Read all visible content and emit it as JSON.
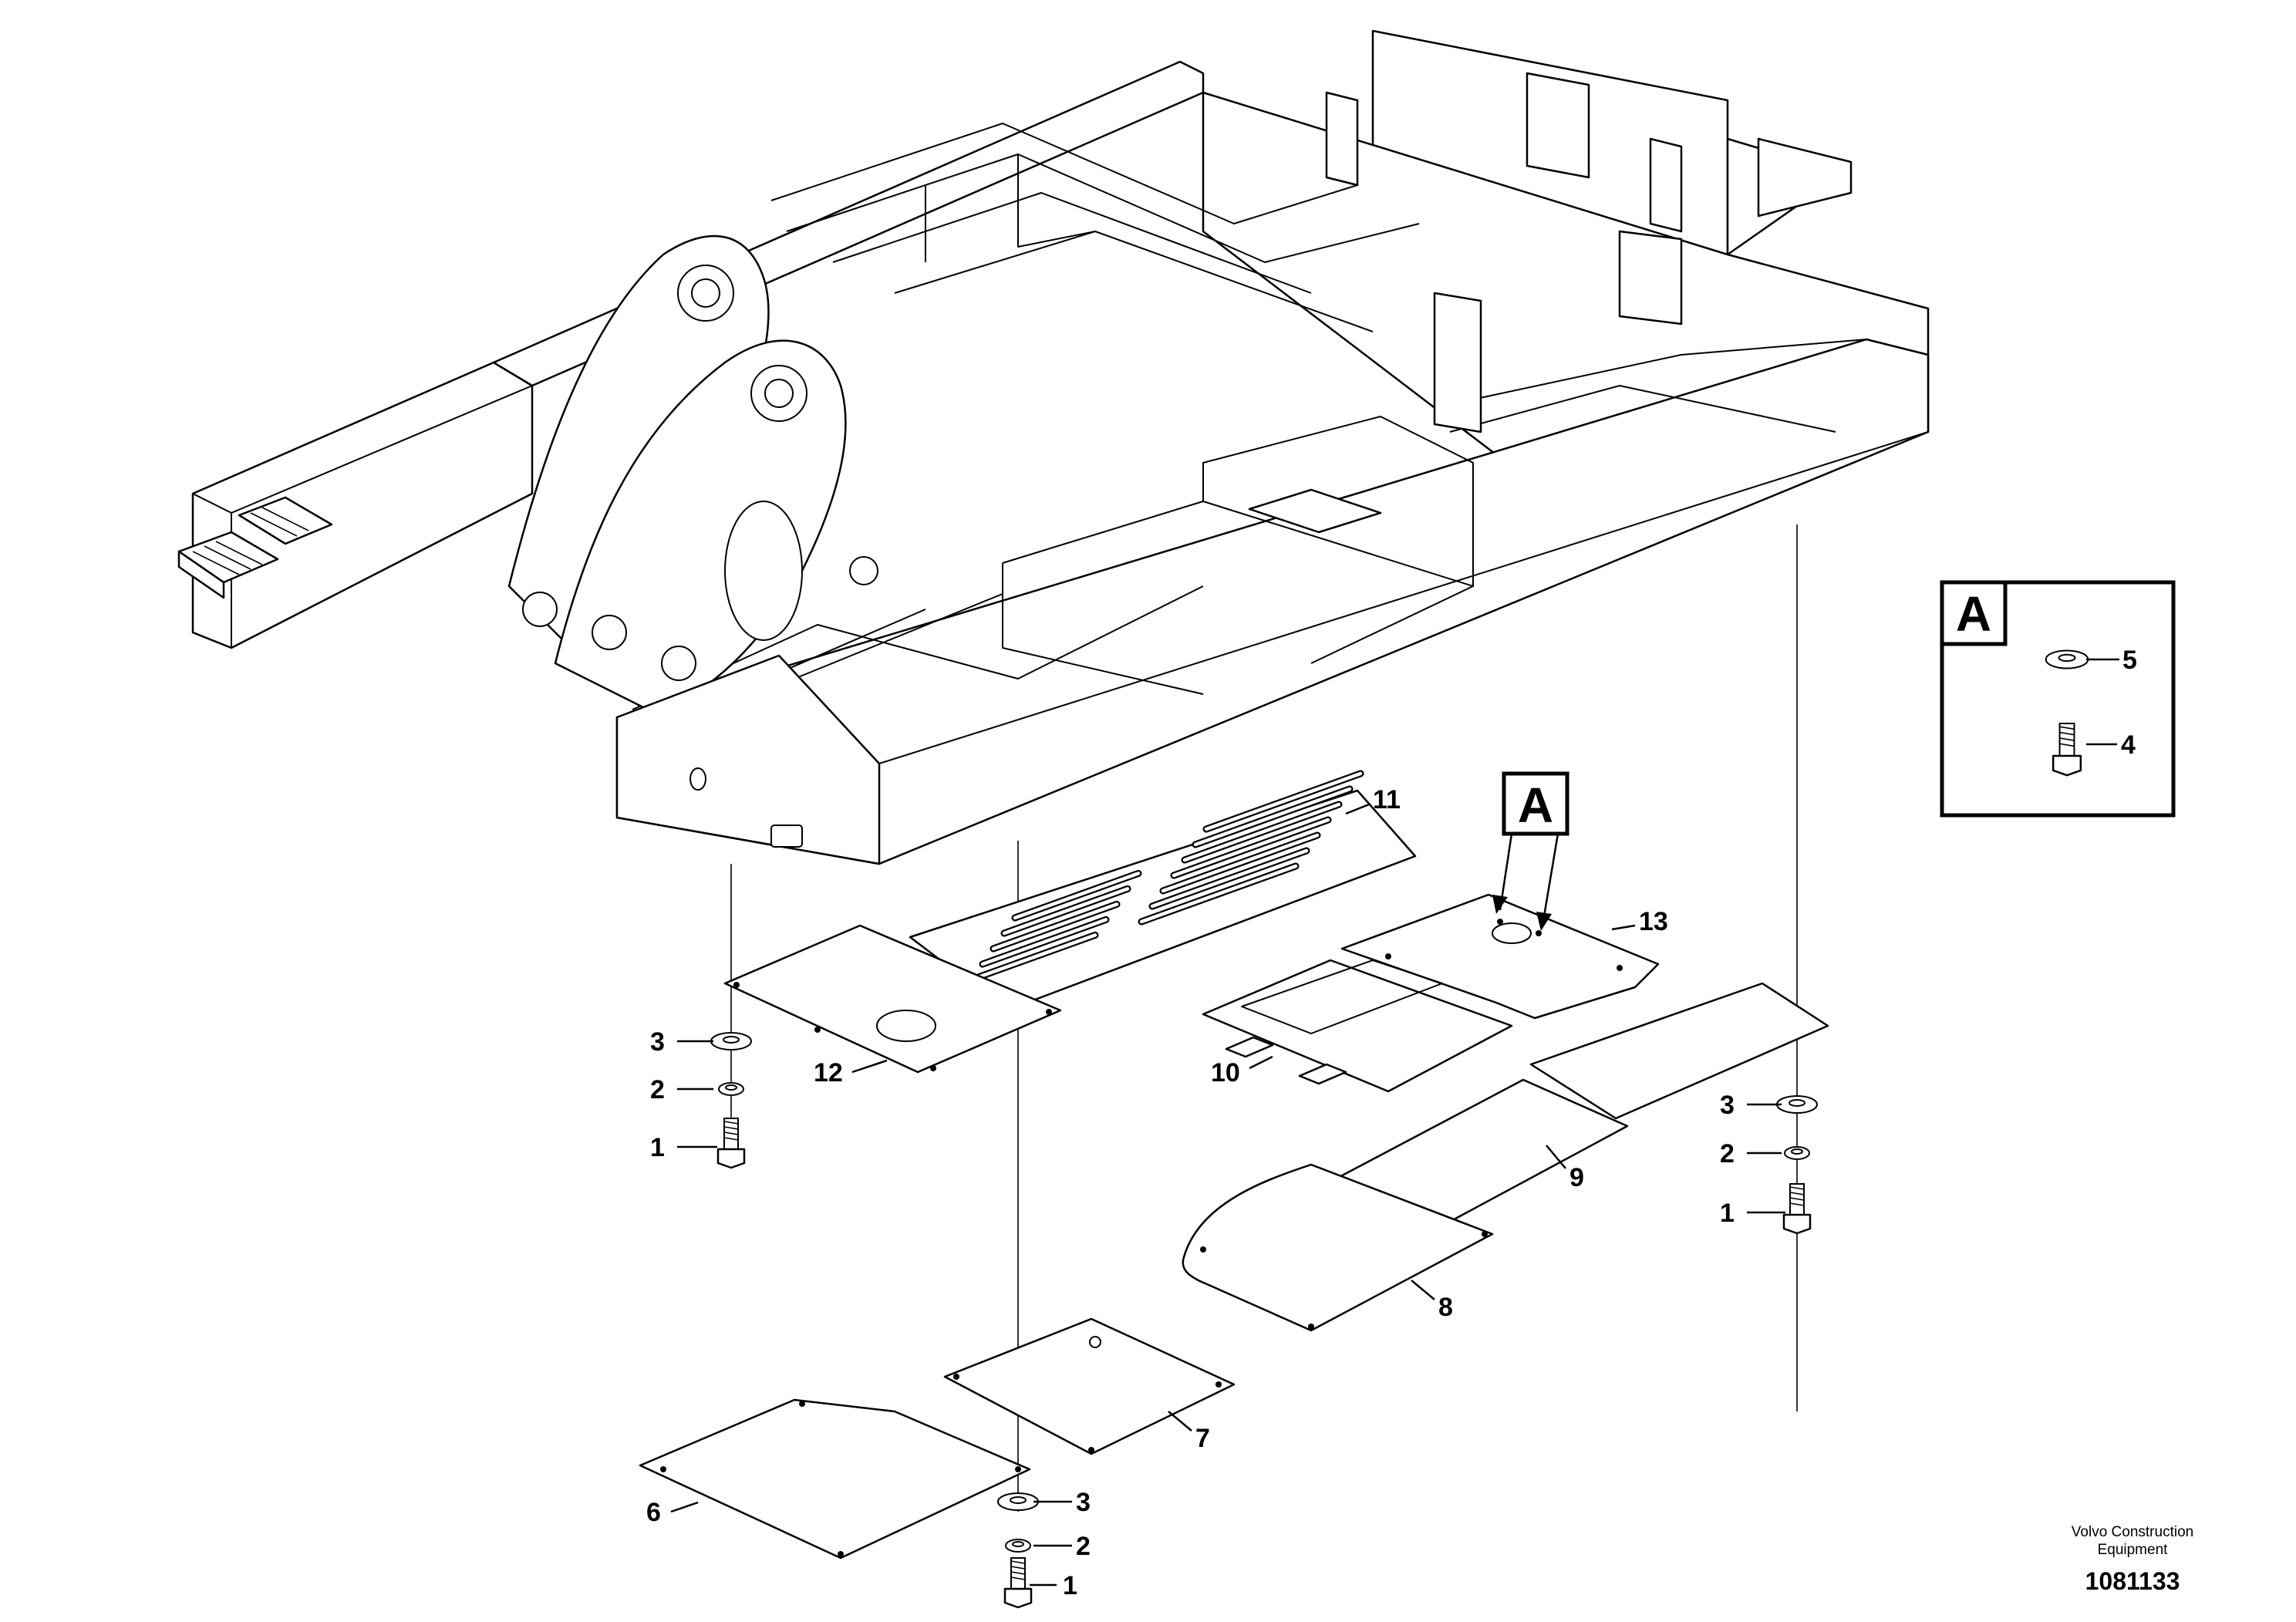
{
  "callouts": {
    "c1": "1",
    "c2": "2",
    "c3": "3",
    "c4": "4",
    "c5": "5",
    "c6": "6",
    "c7": "7",
    "c8": "8",
    "c9": "9",
    "c10": "10",
    "c11": "11",
    "c12": "12",
    "c13": "13"
  },
  "detail_marker": "A",
  "detail_box_label": "A",
  "brand": {
    "line1": "Volvo Construction",
    "line2": "Equipment"
  },
  "drawing_number": "1081133"
}
